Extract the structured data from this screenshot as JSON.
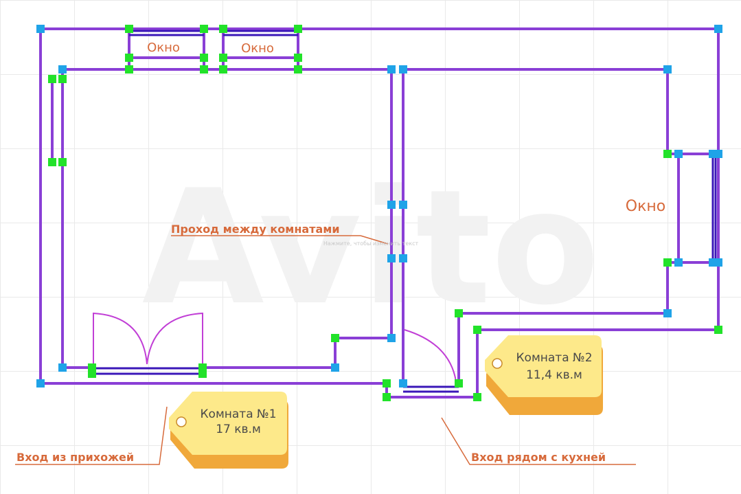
{
  "labels": {
    "window_1": "Окно",
    "window_2": "Окно",
    "window_3": "Окно",
    "passage": "Проход между комнатами",
    "entrance_hall": "Вход из прихожей",
    "entrance_kitchen": "Вход рядом с кухней",
    "hint": "Нажмите, чтобы изменить текст"
  },
  "rooms": [
    {
      "name": "Комната №1",
      "area": "17 кв.м"
    },
    {
      "name": "Комната №2",
      "area": "11,4 кв.м"
    }
  ],
  "watermark": "Avito",
  "colors": {
    "wall": "#8a3fd6",
    "window_inner": "#3a17b8",
    "node_blue": "#1fa3e8",
    "node_green": "#22e22a",
    "label": "#d76a3b",
    "tag_fill": "#fde98a",
    "tag_shadow": "#f0a83a"
  }
}
